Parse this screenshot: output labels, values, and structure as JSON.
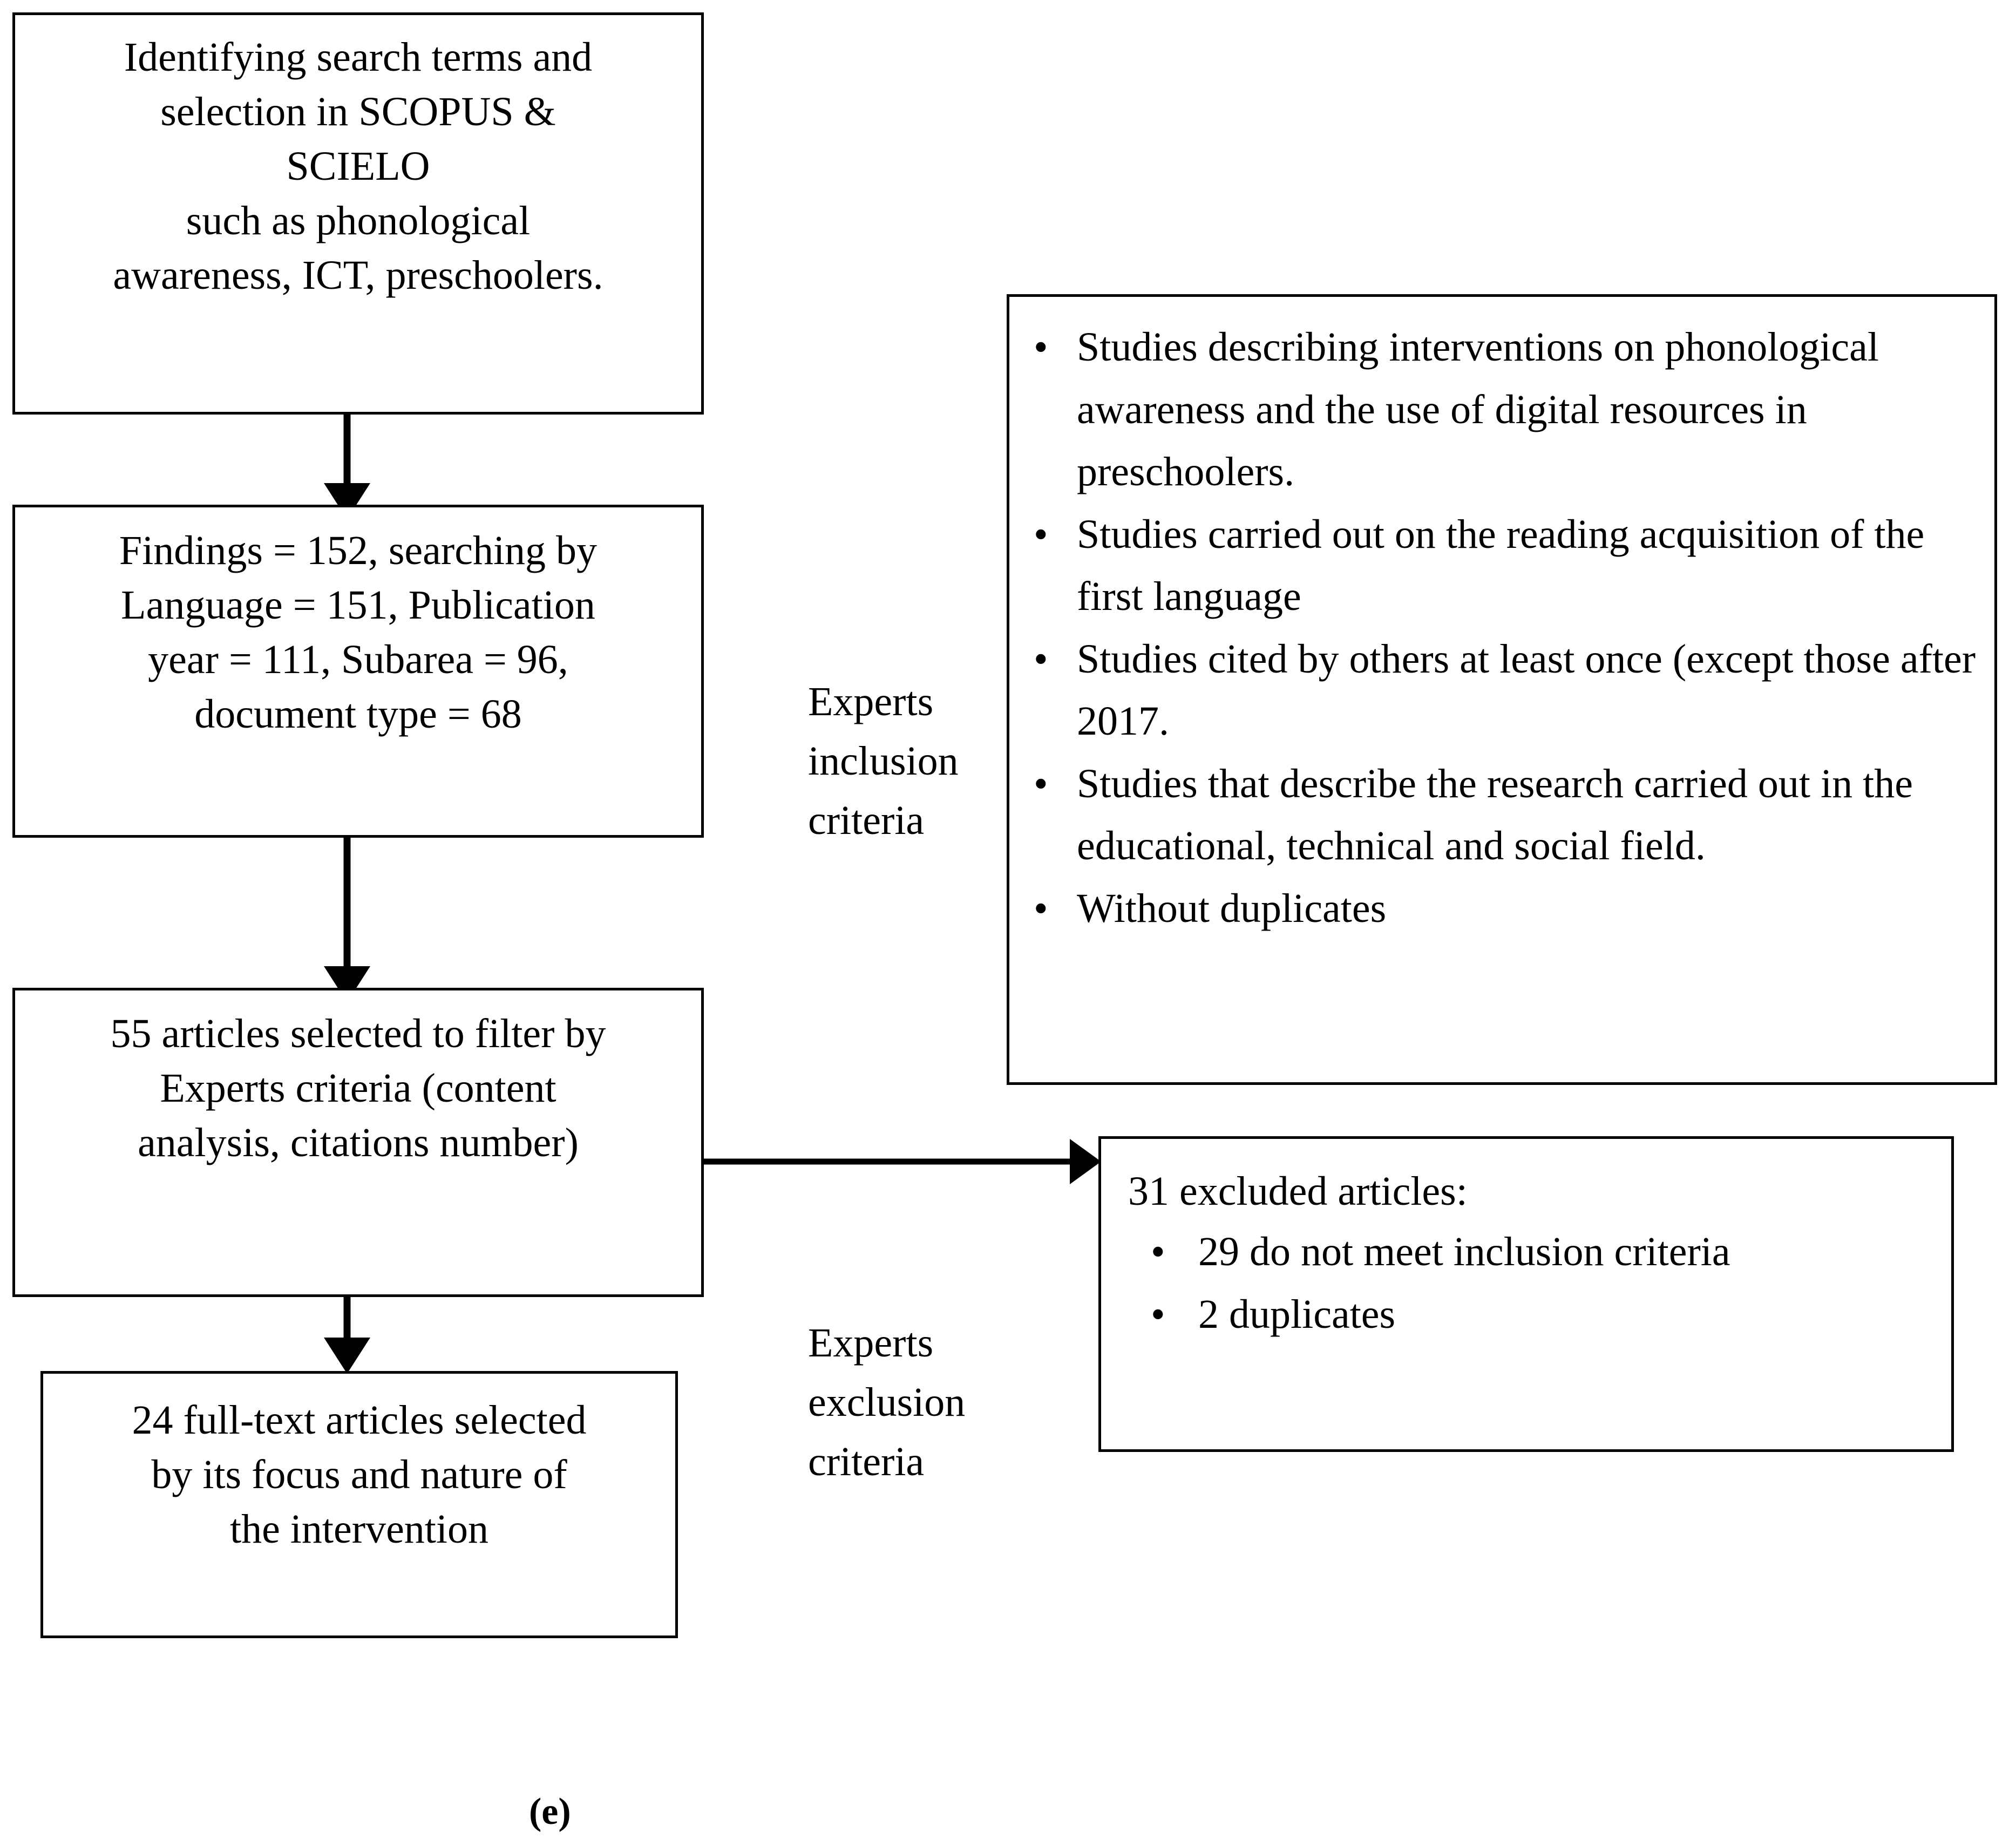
{
  "figure": {
    "label": "(e)",
    "type": "prisma-flow-diagram"
  },
  "flow": {
    "boxes": [
      {
        "id": "search-terms",
        "text": "Identifying search terms and\nselection in SCOPUS &\nSCIELO\nsuch as phonological\nawareness, ICT, preschoolers."
      },
      {
        "id": "findings",
        "text": "Findings = 152, searching by\nLanguage = 151, Publication\nyear = 111, Subarea = 96,\ndocument type = 68"
      },
      {
        "id": "articles-selected",
        "text": "55 articles selected to filter by\nExperts criteria (content\nanalysis, citations number)"
      },
      {
        "id": "full-text-articles",
        "text": "24 full-text articles selected\nby its focus and nature of\nthe intervention"
      }
    ]
  },
  "inclusion": {
    "side_label": "Experts\ninclusion\ncriteria",
    "bullet_glyph": "•",
    "items": [
      "Studies describing interventions on phonological awareness and the use of digital resources in preschoolers.",
      "Studies carried out on the reading acquisition of the first language",
      "Studies cited by others at least once (except those after 2017.",
      "Studies that describe the research carried out in the educational, technical and social field.",
      "Without duplicates"
    ]
  },
  "exclusion": {
    "side_label": "Experts\nexclusion\ncriteria",
    "title": "31 excluded articles:",
    "bullet_glyph": "•",
    "items": [
      "29 do not meet inclusion criteria",
      "2 duplicates"
    ]
  },
  "style": {
    "stroke": "#000000",
    "background": "#ffffff"
  }
}
